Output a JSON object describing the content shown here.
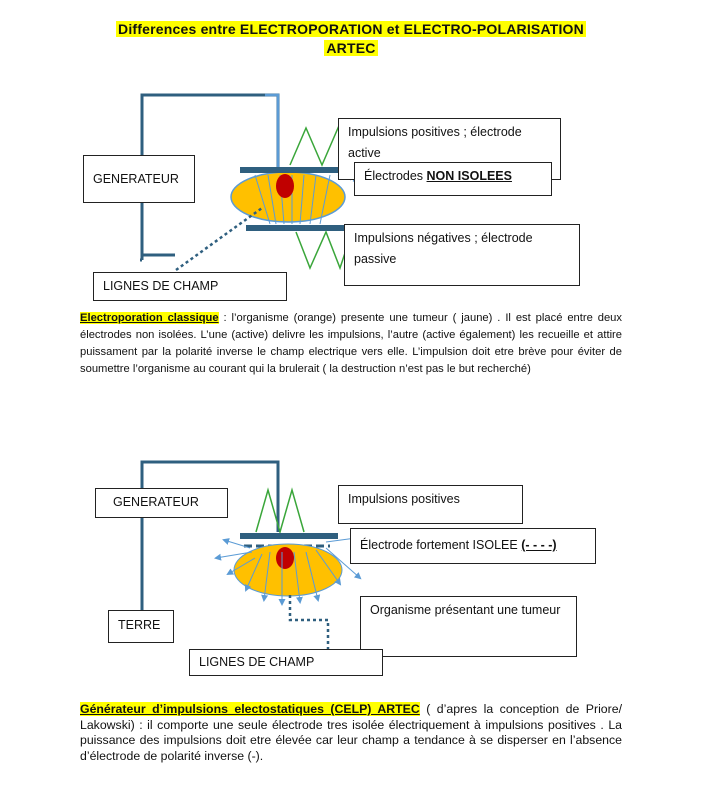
{
  "title": {
    "line1": "Differences entre ELECTROPORATION et  ELECTRO-POLARISATION",
    "line2": "ARTEC"
  },
  "diagram1": {
    "generator_label": "GENERATEUR",
    "field_lines_label": "LIGNES DE CHAMP",
    "positive_label": "Impulsions positives ; électrode active",
    "electrodes_prefix": "Électrodes ",
    "electrodes_emph": "NON ISOLEES",
    "negative_label": "Impulsions négatives ; électrode passive"
  },
  "paragraph1": {
    "heading": "Electroporation classique",
    "text": " : l’organisme (orange) presente une tumeur ( jaune) . Il est placé entre deux électrodes non isolées. L’une (active) delivre les impulsions, l’autre (active également) les recueille et attire puissament par la polarité inverse le champ electrique vers elle. L’impulsion doit etre brève pour éviter de soumettre l’organisme au courant qui la brulerait ( la destruction n’est pas le but recherché)"
  },
  "diagram2": {
    "generator_label": "GENERATEUR",
    "earth_label": "TERRE",
    "field_lines_label": "LIGNES DE CHAMP",
    "positive_label": "Impulsions positives",
    "electrode_prefix": "Électrode fortement ISOLEE ",
    "electrode_emph": "(- - - -)",
    "organism_label": "Organisme présentant une tumeur"
  },
  "paragraph2": {
    "heading": "Générateur  d’impulsions electostatiques  (CELP) ARTEC",
    "text": "  ( d’apres la conception de Priore/ Lakowski) : il comporte une  seule électrode tres isolée électriquement à impulsions positives . La puissance des impulsions doit etre élevée car leur champ a  tendance à se disperser en l’absence d’électrode de polarité inverse (-)."
  },
  "colors": {
    "wire": "#2f5f7f",
    "organism": "#ffc000",
    "tumor": "#c00000",
    "pulse": "#3aa63a",
    "highlight": "#ffff00"
  }
}
